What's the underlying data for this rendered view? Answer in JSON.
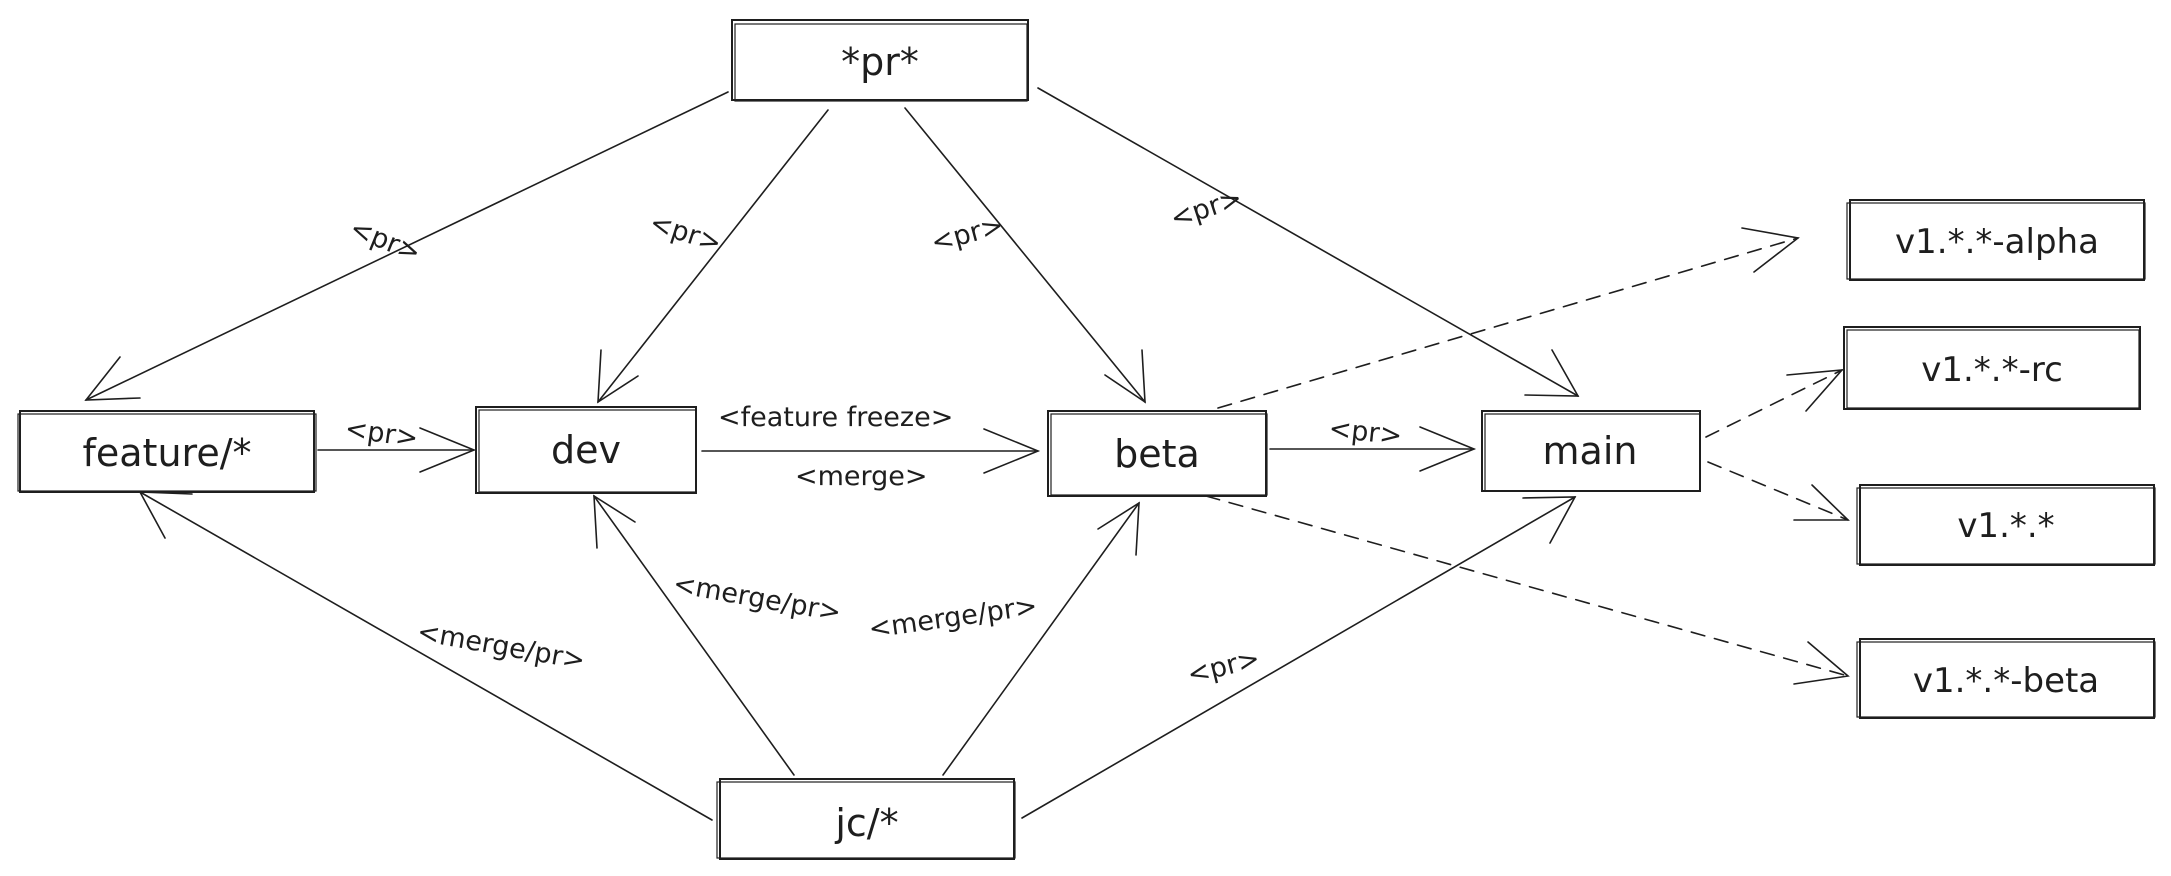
{
  "nodes": [
    {
      "id": "pr",
      "label": "*pr*"
    },
    {
      "id": "feature",
      "label": "feature/*"
    },
    {
      "id": "dev",
      "label": "dev"
    },
    {
      "id": "beta",
      "label": "beta"
    },
    {
      "id": "main",
      "label": "main"
    },
    {
      "id": "jc",
      "label": "jc/*"
    },
    {
      "id": "v_alpha",
      "label": "v1.*.*-alpha"
    },
    {
      "id": "v_rc",
      "label": "v1.*.*-rc"
    },
    {
      "id": "v_release",
      "label": "v1.*.*"
    },
    {
      "id": "v_beta",
      "label": "v1.*.*-beta"
    }
  ],
  "edges": [
    {
      "id": "pr_feature",
      "from": "pr",
      "to": "feature",
      "label": "<pr>",
      "style": "solid"
    },
    {
      "id": "pr_dev",
      "from": "pr",
      "to": "dev",
      "label": "<pr>",
      "style": "solid"
    },
    {
      "id": "pr_beta",
      "from": "pr",
      "to": "beta",
      "label": "<pr>",
      "style": "solid"
    },
    {
      "id": "pr_main",
      "from": "pr",
      "to": "main",
      "label": "<pr>",
      "style": "solid"
    },
    {
      "id": "feature_dev",
      "from": "feature",
      "to": "dev",
      "label": "<pr>",
      "style": "solid"
    },
    {
      "id": "dev_beta",
      "from": "dev",
      "to": "beta",
      "label": "<feature freeze>",
      "label2": "<merge>",
      "style": "solid"
    },
    {
      "id": "beta_main",
      "from": "beta",
      "to": "main",
      "label": "<pr>",
      "style": "solid"
    },
    {
      "id": "jc_feature",
      "from": "jc",
      "to": "feature",
      "label": "<merge/pr>",
      "style": "solid"
    },
    {
      "id": "jc_dev",
      "from": "jc",
      "to": "dev",
      "label": "<merge/pr>",
      "style": "solid"
    },
    {
      "id": "jc_beta",
      "from": "jc",
      "to": "beta",
      "label": "<merge/pr>",
      "style": "solid"
    },
    {
      "id": "jc_main",
      "from": "jc",
      "to": "main",
      "label": "<pr>",
      "style": "solid"
    },
    {
      "id": "beta_valpha",
      "from": "beta",
      "to": "v_alpha",
      "label": "",
      "style": "dashed"
    },
    {
      "id": "beta_vbeta",
      "from": "beta",
      "to": "v_beta",
      "label": "",
      "style": "dashed"
    },
    {
      "id": "main_vrc",
      "from": "main",
      "to": "v_rc",
      "label": "",
      "style": "dashed"
    },
    {
      "id": "main_vrelease",
      "from": "main",
      "to": "v_release",
      "label": "",
      "style": "dashed"
    }
  ]
}
